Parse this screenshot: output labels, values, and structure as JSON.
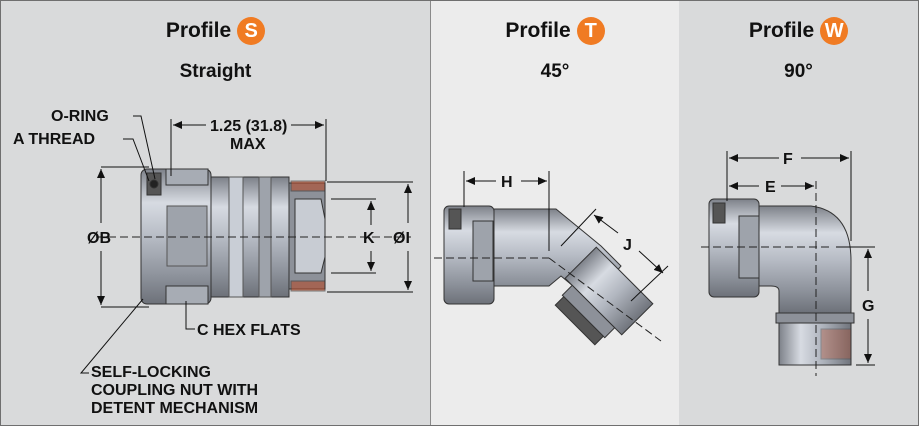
{
  "panels": [
    {
      "title": "Profile",
      "badge": "S",
      "subtitle": "Straight"
    },
    {
      "title": "Profile",
      "badge": "T",
      "subtitle": "45°"
    },
    {
      "title": "Profile",
      "badge": "W",
      "subtitle": "90°"
    }
  ],
  "labels": {
    "o_ring": "O-RING",
    "a_thread": "A THREAD",
    "length": "1.25 (31.8)",
    "max": "MAX",
    "dia_b": "ØB",
    "k": "K",
    "dia_l": "ØI",
    "c_hex": "C HEX FLATS",
    "nut_line1": "SELF-LOCKING",
    "nut_line2": "COUPLING NUT WITH",
    "nut_line3": "DETENT MECHANISM",
    "h": "H",
    "j": "J",
    "f": "F",
    "e": "E",
    "g": "G"
  },
  "colors": {
    "badge": "#f07b23",
    "panel_dark": "#d9dadb",
    "panel_light": "#ececec"
  }
}
